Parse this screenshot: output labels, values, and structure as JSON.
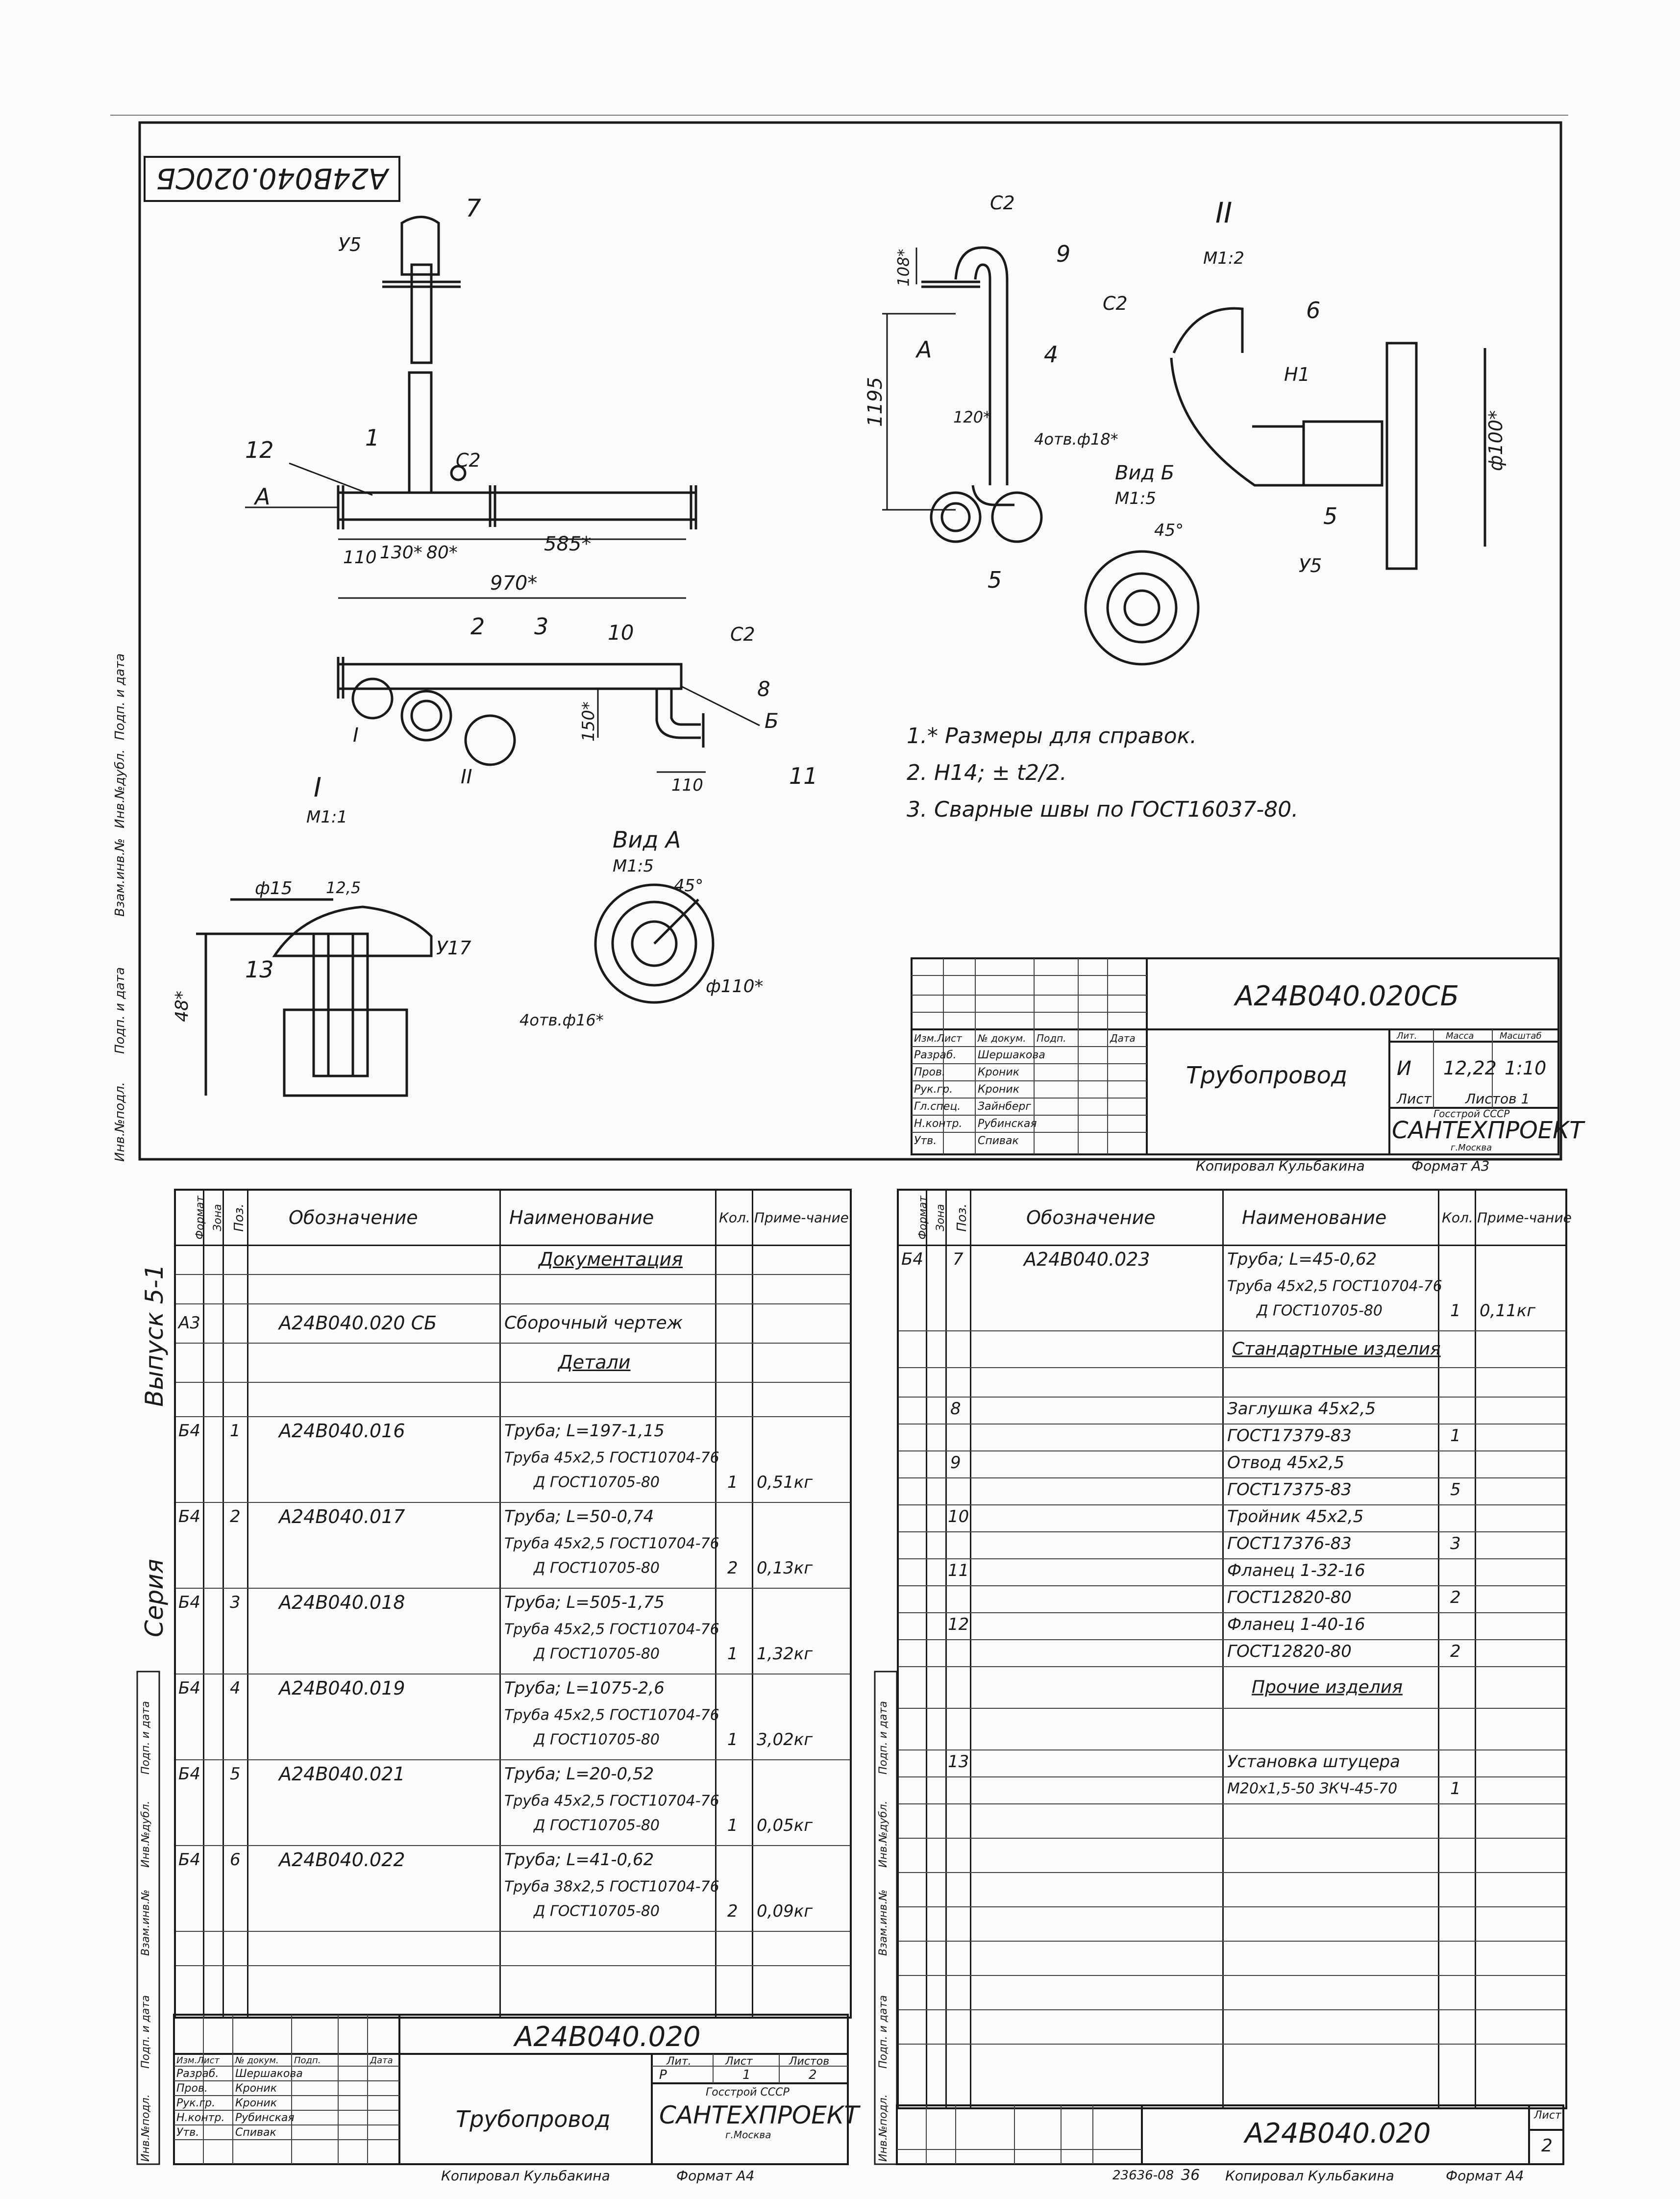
{
  "drawing": {
    "code_rotated": "А24В040.020СБ",
    "title_code": "А24В040.020СБ",
    "title_name": "Трубопровод",
    "lit": "И",
    "mass": "12,22",
    "scale": "1:10",
    "sheet": "Лист",
    "sheets": "Листов 1",
    "org1": "Госстрой СССР",
    "org2": "САНТЕХПРОЕКТ",
    "org3": "г.Москва",
    "copied": "Копировал Кульбакина",
    "format": "Формат А3",
    "hdr_lit": "Лит.",
    "hdr_mass": "Масса",
    "hdr_scale": "Масштаб",
    "rows": [
      {
        "role": "Изм.Лист",
        "no": "№ докум.",
        "sign": "Подп.",
        "date": "Дата"
      },
      {
        "role": "Разраб.",
        "name": "Шершакова"
      },
      {
        "role": "Пров.",
        "name": "Кроник"
      },
      {
        "role": "Рук.гр.",
        "name": "Кроник"
      },
      {
        "role": "Гл.спец.",
        "name": "Зайнберг"
      },
      {
        "role": "Н.контр.",
        "name": "Рубинская"
      },
      {
        "role": "Утв.",
        "name": "Спивак"
      }
    ],
    "notes": [
      "1.* Размеры для справок.",
      "2. H14; ± t2/2.",
      "3. Сварные швы по ГОСТ16037-80."
    ],
    "labels": {
      "pos7": "7",
      "y5": "У5",
      "c2": "С2",
      "pos12": "12",
      "pos1": "1",
      "viewA": "А",
      "d110": "110",
      "d130": "130*",
      "d80": "80*",
      "d585": "585*",
      "d970": "970*",
      "pos2": "2",
      "pos3": "3",
      "pos10": "10",
      "pos8": "8",
      "b": "Б",
      "pos11": "11",
      "d150": "150*",
      "r1": "I",
      "r2": "II",
      "det1": "I",
      "m11": "М1:1",
      "phi15": "ф15",
      "r125": "12,5",
      "pos13": "13",
      "y17": "У17",
      "d48": "48*",
      "vida": "Вид А",
      "m15a": "М1:5",
      "a45": "45°",
      "holes1": "4отв.ф16*",
      "phi110": "ф110*",
      "d1195": "1195",
      "d108": "108*",
      "d120": "120*",
      "pos9": "9",
      "pos4": "4",
      "holes2": "4отв.ф18*",
      "pos5": "5",
      "vidb": "Вид Б",
      "m15b": "М1:5",
      "b45": "45°",
      "det2": "II",
      "m12": "М1:2",
      "c2b": "С2",
      "pos6": "6",
      "h1": "Н1",
      "phi100": "ф100*",
      "pos5b": "5",
      "y5b": "У5"
    }
  },
  "left_sheet": {
    "series_label": "Серия",
    "issue_label": "Выпуск 5-1",
    "headers": {
      "format": "Формат",
      "zone": "Зона",
      "pos": "Поз.",
      "designation": "Обозначение",
      "name": "Наименование",
      "qty": "Кол.",
      "note": "Приме-чание"
    },
    "rows": [
      {
        "name": "Документация",
        "section": true
      },
      {
        "format": "А3",
        "designation": "А24В040.020 СБ",
        "name": "Сборочный чертеж"
      },
      {
        "name": "Детали",
        "section": true
      },
      {
        "format": "Б4",
        "pos": "1",
        "designation": "А24В040.016",
        "name": "Труба; L=197-1,15",
        "name2": "Труба 45х2,5 ГОСТ10704-76",
        "name3": "Д ГОСТ10705-80",
        "qty": "1",
        "note": "0,51кг"
      },
      {
        "format": "Б4",
        "pos": "2",
        "designation": "А24В040.017",
        "name": "Труба; L=50-0,74",
        "name2": "Труба 45х2,5 ГОСТ10704-76",
        "name3": "Д ГОСТ10705-80",
        "qty": "2",
        "note": "0,13кг"
      },
      {
        "format": "Б4",
        "pos": "3",
        "designation": "А24В040.018",
        "name": "Труба; L=505-1,75",
        "name2": "Труба 45х2,5 ГОСТ10704-76",
        "name3": "Д ГОСТ10705-80",
        "qty": "1",
        "note": "1,32кг"
      },
      {
        "format": "Б4",
        "pos": "4",
        "designation": "А24В040.019",
        "name": "Труба; L=1075-2,6",
        "name2": "Труба 45х2,5 ГОСТ10704-76",
        "name3": "Д ГОСТ10705-80",
        "qty": "1",
        "note": "3,02кг"
      },
      {
        "format": "Б4",
        "pos": "5",
        "designation": "А24В040.021",
        "name": "Труба; L=20-0,52",
        "name2": "Труба 45х2,5 ГОСТ10704-76",
        "name3": "Д ГОСТ10705-80",
        "qty": "1",
        "note": "0,05кг"
      },
      {
        "format": "Б4",
        "pos": "6",
        "designation": "А24В040.022",
        "name": "Труба; L=41-0,62",
        "name2": "Труба 38х2,5 ГОСТ10704-76",
        "name3": "Д ГОСТ10705-80",
        "qty": "2",
        "note": "0,09кг"
      }
    ],
    "title_code": "А24В040.020",
    "title_name": "Трубопровод",
    "lit": "Р",
    "sheet": "1",
    "sheets": "2",
    "hdr_lit": "Лит.",
    "hdr_sheet": "Лист",
    "hdr_sheets": "Листов",
    "org1": "Госстрой СССР",
    "org2": "САНТЕХПРОЕКТ",
    "org3": "г.Москва",
    "copied": "Копировал Кульбакина",
    "format": "Формат А4",
    "people": [
      {
        "role": "Изм.Лист",
        "no": "№ докум.",
        "sign": "Подп.",
        "date": "Дата"
      },
      {
        "role": "Разраб.",
        "name": "Шершакова"
      },
      {
        "role": "Пров.",
        "name": "Кроник"
      },
      {
        "role": "Рук.гр.",
        "name": "Кроник"
      },
      {
        "role": "Н.контр.",
        "name": "Рубинская"
      },
      {
        "role": "Утв.",
        "name": "Спивак"
      }
    ]
  },
  "right_sheet": {
    "headers": {
      "format": "Формат",
      "zone": "Зона",
      "pos": "Поз.",
      "designation": "Обозначение",
      "name": "Наименование",
      "qty": "Кол.",
      "note": "Приме-чание"
    },
    "rows": [
      {
        "format": "Б4",
        "pos": "7",
        "designation": "А24В040.023",
        "name": "Труба; L=45-0,62",
        "name2": "Труба 45х2,5 ГОСТ10704-76",
        "name3": "Д ГОСТ10705-80",
        "qty": "1",
        "note": "0,11кг"
      },
      {
        "name": "Стандартные изделия",
        "section": true
      },
      {
        "pos": "8",
        "name": "Заглушка 45х2,5",
        "name2": "ГОСТ17379-83",
        "qty": "1"
      },
      {
        "pos": "9",
        "name": "Отвод 45х2,5",
        "name2": "ГОСТ17375-83",
        "qty": "5"
      },
      {
        "pos": "10",
        "name": "Тройник 45х2,5",
        "name2": "ГОСТ17376-83",
        "qty": "3"
      },
      {
        "pos": "11",
        "name": "Фланец 1-32-16",
        "name2": "ГОСТ12820-80",
        "qty": "2"
      },
      {
        "pos": "12",
        "name": "Фланец 1-40-16",
        "name2": "ГОСТ12820-80",
        "qty": "2"
      },
      {
        "name": "Прочие изделия",
        "section": true
      },
      {
        "pos": "13",
        "name": "Установка штуцера",
        "name2": "М20х1,5-50 ЗКЧ-45-70",
        "qty": "1"
      }
    ],
    "title_code": "А24В040.020",
    "sheet_label": "Лист",
    "sheet_no": "2",
    "stamp": "23636-08",
    "page": "36",
    "copied": "Копировал Кульбакина",
    "format": "Формат А4"
  },
  "side_labels": [
    "Инв.№подл.",
    "Подп. и дата",
    "Взам.инв.№",
    "Инв.№дубл.",
    "Подп. и дата"
  ]
}
